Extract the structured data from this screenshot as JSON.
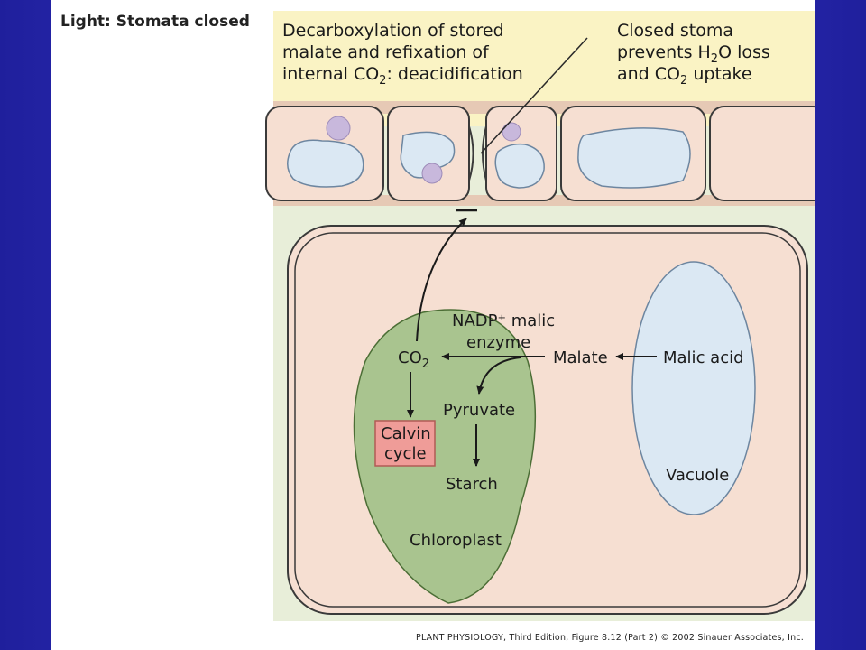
{
  "title": "Light: Stomata closed",
  "annotations": {
    "decarb_line1": "Decarboxylation of stored",
    "decarb_line2": "malate and refixation of",
    "decarb_line3_pre": "internal CO",
    "decarb_line3_sub": "2",
    "decarb_line3_post": ": deacidification",
    "stoma_line1": "Closed stoma",
    "stoma_line2_pre": "prevents H",
    "stoma_line2_sub": "2",
    "stoma_line2_post": "O loss",
    "stoma_line3_pre": "and CO",
    "stoma_line3_sub": "2",
    "stoma_line3_post": " uptake"
  },
  "labels": {
    "nadp_line1": "NADP⁺ malic",
    "nadp_line2": "enzyme",
    "co2": "CO",
    "co2_sub": "2",
    "malate": "Malate",
    "malic_acid": "Malic acid",
    "pyruvate": "Pyruvate",
    "starch": "Starch",
    "calvin_line1": "Calvin",
    "calvin_line2": "cycle",
    "vacuole": "Vacuole",
    "chloroplast": "Chloroplast"
  },
  "credit": {
    "book": "PLANT PHYSIOLOGY",
    "rest": ", Third Edition, Figure 8.12 (Part 2)  © 2002 Sinauer Associates, Inc."
  },
  "colors": {
    "background_blue": "#2a2ab8",
    "atmosphere_yellow": "#faf3c4",
    "mesophyll_green": "#e8eed9",
    "cell_pink": "#f6dfd2",
    "vacuole_blue": "#dbe8f3",
    "chloroplast_green": "#a9c48f",
    "calvin_box": "#ef9c98",
    "nucleus_purple": "#c8b8dc"
  }
}
